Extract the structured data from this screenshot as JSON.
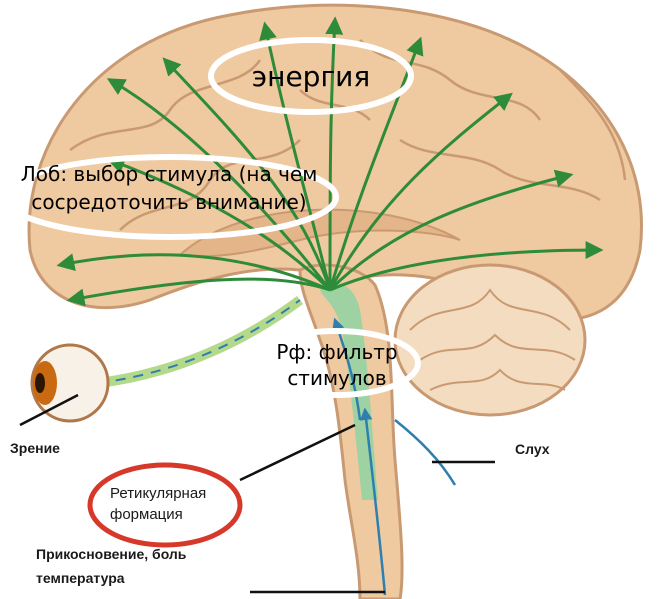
{
  "annotations": {
    "energy": "энергия",
    "lobe_line1": "Лоб: выбор стимула (на чем",
    "lobe_line2": "сосредоточить внимание)",
    "rf_line1": "Рф: фильтр",
    "rf_line2": "стимулов"
  },
  "labels": {
    "vision": "Зрение",
    "hearing": "Слух",
    "reticular_line1": "Ретикулярная",
    "reticular_line2": "формация",
    "touch_line1": "Прикосновение, боль",
    "touch_line2": "температура"
  },
  "colors": {
    "brain": "#efc9a0",
    "brain_outline": "#c99a72",
    "arrow": "#2e8b3a",
    "pathway": "#8fd3a2",
    "nerve": "#2e7fb0",
    "oval": "#ffffff",
    "highlight": "#d6392a",
    "eye_iris": "#c96a12"
  },
  "icons": [
    "eye-icon",
    "arrow-icon"
  ]
}
